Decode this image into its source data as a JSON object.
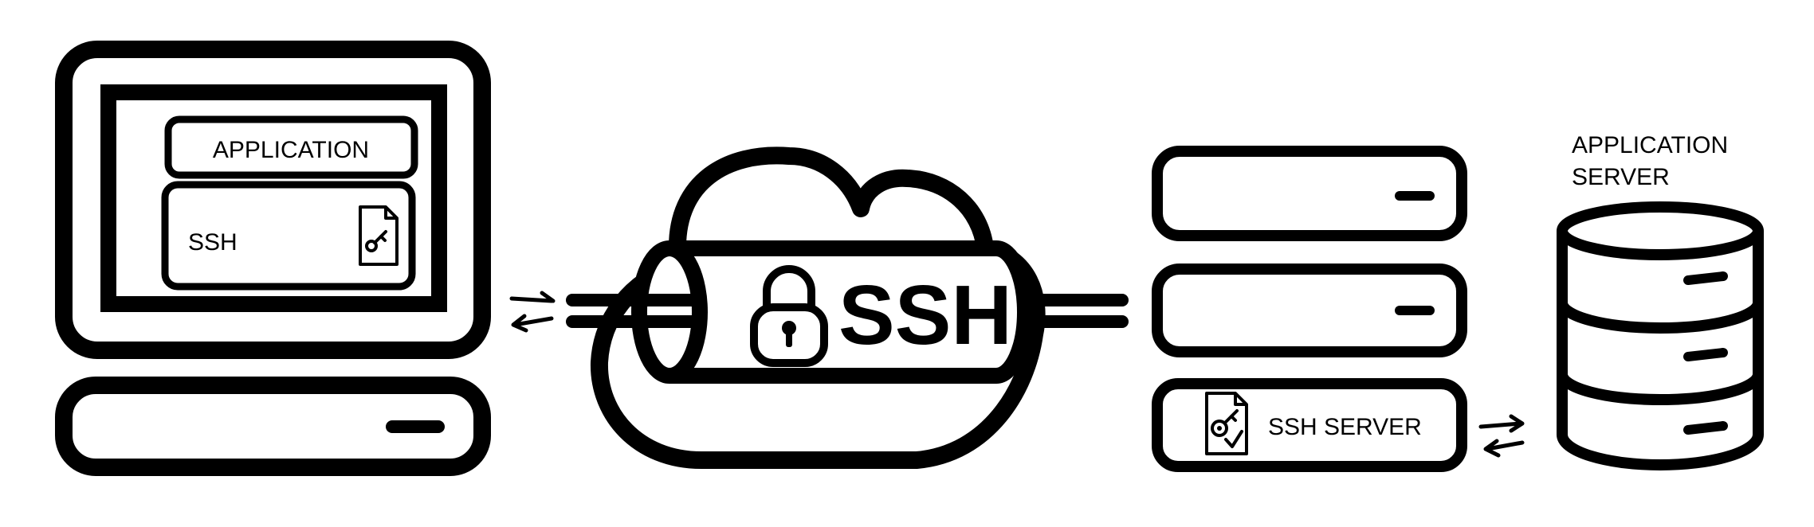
{
  "client": {
    "application_label": "APPLICATION",
    "ssh_label": "SSH"
  },
  "tunnel": {
    "label": "SSH"
  },
  "server": {
    "ssh_server_label": "SSH SERVER",
    "app_server_line1": "APPLICATION",
    "app_server_line2": "SERVER"
  },
  "icons": {
    "client_key_file": "key-file-icon",
    "server_key_file": "key-file-check-icon",
    "lock": "lock-icon"
  },
  "colors": {
    "stroke": "#000000",
    "background": "#ffffff"
  }
}
